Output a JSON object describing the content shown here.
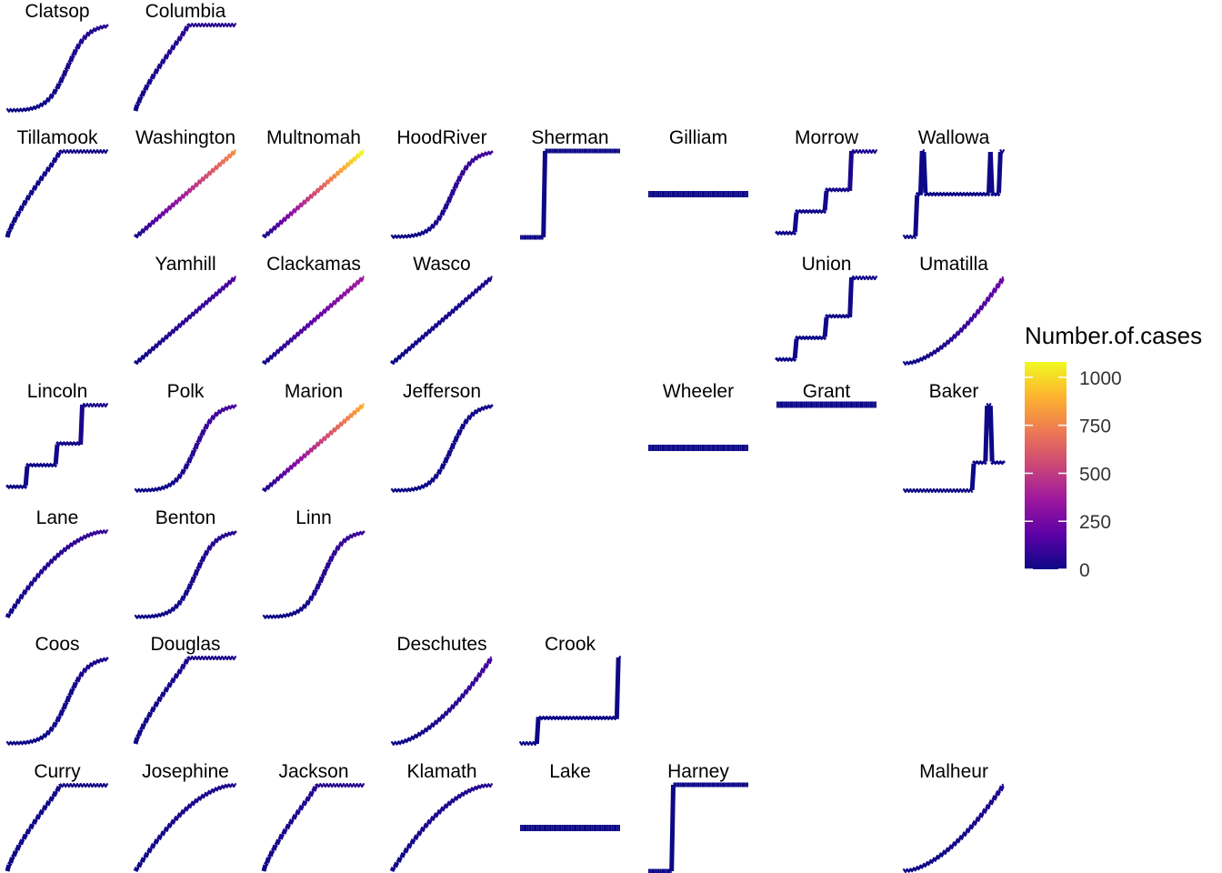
{
  "chart_data": {
    "type": "line",
    "description_of_encoding": "",
    "grid": false,
    "legend": {
      "title": "Number.of.cases",
      "position": "right",
      "ticks": [
        0,
        250,
        500,
        750,
        1000
      ],
      "range": [
        0,
        1080
      ],
      "colors": [
        "#0d0887",
        "#5c01a6",
        "#9c179e",
        "#cc4778",
        "#ed7953",
        "#fdb42f",
        "#f0f921"
      ]
    },
    "facets": [
      {
        "name": "Clatsop",
        "row": 0,
        "col": 0,
        "shape": "sshape",
        "max": 60
      },
      {
        "name": "Columbia",
        "row": 0,
        "col": 1,
        "shape": "earlyplateau",
        "max": 70
      },
      {
        "name": "Tillamook",
        "row": 1,
        "col": 0,
        "shape": "earlyplateau",
        "max": 15
      },
      {
        "name": "Washington",
        "row": 1,
        "col": 1,
        "shape": "linear",
        "max": 780
      },
      {
        "name": "Multnomah",
        "row": 1,
        "col": 2,
        "shape": "linear",
        "max": 1080
      },
      {
        "name": "HoodRiver",
        "row": 1,
        "col": 3,
        "shape": "sshape",
        "max": 120
      },
      {
        "name": "Sherman",
        "row": 1,
        "col": 4,
        "shape": "step",
        "max": 1
      },
      {
        "name": "Gilliam",
        "row": 1,
        "col": 5,
        "shape": "flat",
        "max": 0
      },
      {
        "name": "Morrow",
        "row": 1,
        "col": 6,
        "shape": "steps",
        "max": 30
      },
      {
        "name": "Wallowa",
        "row": 1,
        "col": 7,
        "shape": "wallowa",
        "max": 2
      },
      {
        "name": "Yamhill",
        "row": 2,
        "col": 1,
        "shape": "linear",
        "max": 140
      },
      {
        "name": "Clackamas",
        "row": 2,
        "col": 2,
        "shape": "linear",
        "max": 380
      },
      {
        "name": "Wasco",
        "row": 2,
        "col": 3,
        "shape": "linear",
        "max": 40
      },
      {
        "name": "Union",
        "row": 2,
        "col": 6,
        "shape": "steps",
        "max": 8
      },
      {
        "name": "Umatilla",
        "row": 2,
        "col": 7,
        "shape": "convex",
        "max": 220
      },
      {
        "name": "Lincoln",
        "row": 3,
        "col": 0,
        "shape": "steps",
        "max": 25
      },
      {
        "name": "Polk",
        "row": 3,
        "col": 1,
        "shape": "sshape",
        "max": 130
      },
      {
        "name": "Marion",
        "row": 3,
        "col": 2,
        "shape": "linear",
        "max": 880
      },
      {
        "name": "Jefferson",
        "row": 3,
        "col": 3,
        "shape": "sshape",
        "max": 20
      },
      {
        "name": "Wheeler",
        "row": 3,
        "col": 5,
        "shape": "flat",
        "max": 0
      },
      {
        "name": "Grant",
        "row": 3,
        "col": 6,
        "shape": "grant",
        "max": 1
      },
      {
        "name": "Baker",
        "row": 3,
        "col": 7,
        "shape": "baker",
        "max": 2
      },
      {
        "name": "Lane",
        "row": 4,
        "col": 0,
        "shape": "concave",
        "max": 90
      },
      {
        "name": "Benton",
        "row": 4,
        "col": 1,
        "shape": "sshape",
        "max": 60
      },
      {
        "name": "Linn",
        "row": 4,
        "col": 2,
        "shape": "sshape",
        "max": 110
      },
      {
        "name": "Coos",
        "row": 5,
        "col": 0,
        "shape": "sshape",
        "max": 30
      },
      {
        "name": "Douglas",
        "row": 5,
        "col": 1,
        "shape": "earlyplateau",
        "max": 30
      },
      {
        "name": "Deschutes",
        "row": 5,
        "col": 3,
        "shape": "convex",
        "max": 130
      },
      {
        "name": "Crook",
        "row": 5,
        "col": 4,
        "shape": "crook",
        "max": 2
      },
      {
        "name": "Curry",
        "row": 6,
        "col": 0,
        "shape": "earlyplateau",
        "max": 6
      },
      {
        "name": "Josephine",
        "row": 6,
        "col": 1,
        "shape": "concave",
        "max": 40
      },
      {
        "name": "Jackson",
        "row": 6,
        "col": 2,
        "shape": "earlyplateau",
        "max": 60
      },
      {
        "name": "Klamath",
        "row": 6,
        "col": 3,
        "shape": "concave",
        "max": 50
      },
      {
        "name": "Lake",
        "row": 6,
        "col": 4,
        "shape": "flat",
        "max": 0
      },
      {
        "name": "Harney",
        "row": 6,
        "col": 5,
        "shape": "step",
        "max": 1
      },
      {
        "name": "Malheur",
        "row": 6,
        "col": 7,
        "shape": "convex",
        "max": 40
      }
    ]
  }
}
